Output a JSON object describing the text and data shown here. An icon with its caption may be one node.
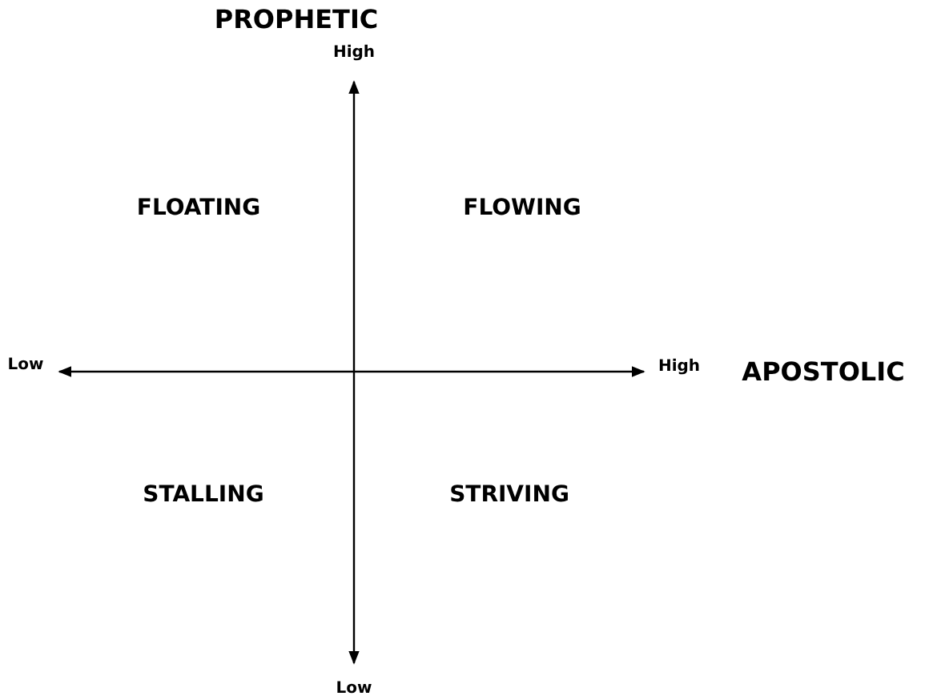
{
  "diagram": {
    "labels": [
      "PROPHETIC",
      "High",
      "FLOATING",
      "FLOWING",
      "Low",
      "High",
      "APOSTOLIC",
      "STALLING",
      "STRIVING",
      "Low"
    ]
  }
}
